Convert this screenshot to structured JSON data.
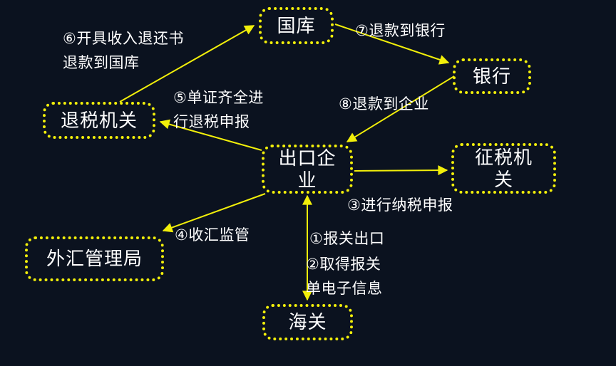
{
  "diagram": {
    "colors": {
      "background": "#0b121f",
      "accent": "#f2ef0a",
      "text": "#ffffff"
    },
    "nodes": [
      {
        "id": "treasury",
        "label": "国库"
      },
      {
        "id": "bank",
        "label": "银行"
      },
      {
        "id": "refund-authority",
        "label": "退税机关"
      },
      {
        "id": "export-enterprise",
        "label": "出口企\n业"
      },
      {
        "id": "tax-authority",
        "label": "征税机\n关"
      },
      {
        "id": "forex-administration",
        "label": "外汇管理局"
      },
      {
        "id": "customs",
        "label": "海关"
      }
    ],
    "steps": [
      {
        "id": "step-1",
        "label": "①报关出口",
        "from": "export-enterprise",
        "to": "customs"
      },
      {
        "id": "step-2",
        "label": "②取得报关\n单电子信息",
        "from": "customs",
        "to": "export-enterprise"
      },
      {
        "id": "step-3",
        "label": "③进行纳税申报",
        "from": "export-enterprise",
        "to": "tax-authority"
      },
      {
        "id": "step-4",
        "label": "④收汇监管",
        "from": "export-enterprise",
        "to": "forex-administration"
      },
      {
        "id": "step-5",
        "label": "⑤单证齐全进\n行退税申报",
        "from": "export-enterprise",
        "to": "refund-authority"
      },
      {
        "id": "step-6",
        "label": "⑥开具收入退还书\n退款到国库",
        "from": "refund-authority",
        "to": "treasury"
      },
      {
        "id": "step-7",
        "label": "⑦退款到银行",
        "from": "treasury",
        "to": "bank"
      },
      {
        "id": "step-8",
        "label": "⑧退款到企业",
        "from": "bank",
        "to": "export-enterprise"
      }
    ]
  }
}
